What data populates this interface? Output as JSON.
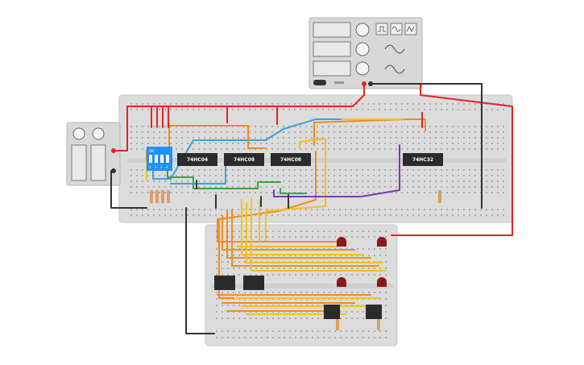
{
  "canvas": {
    "background": "#ffffff"
  },
  "chips": [
    {
      "label": "74HC04"
    },
    {
      "label": "74HC08"
    },
    {
      "label": "74HC08"
    },
    {
      "label": "74HC32"
    }
  ],
  "dip_switch": {
    "on_label": "ON",
    "positions": [
      "1",
      "2",
      "3",
      "4"
    ]
  },
  "function_generator": {
    "waveform_icons": [
      "square-wave-icon",
      "sine-wave-icon",
      "triangle-wave-icon"
    ]
  },
  "colors": {
    "breadboard": "#dcdcdc",
    "hole": "#a9a9a9",
    "chip": "#2b2b2b",
    "dip": "#1e90ff",
    "led": "#8b1a1a",
    "wire_red": "#e02424",
    "wire_black": "#333333",
    "wire_blue": "#3aa0e0",
    "wire_orange": "#f28c1a",
    "wire_yellow": "#f2c21a",
    "wire_green": "#3aa43a",
    "wire_purple": "#7a3ab0"
  }
}
